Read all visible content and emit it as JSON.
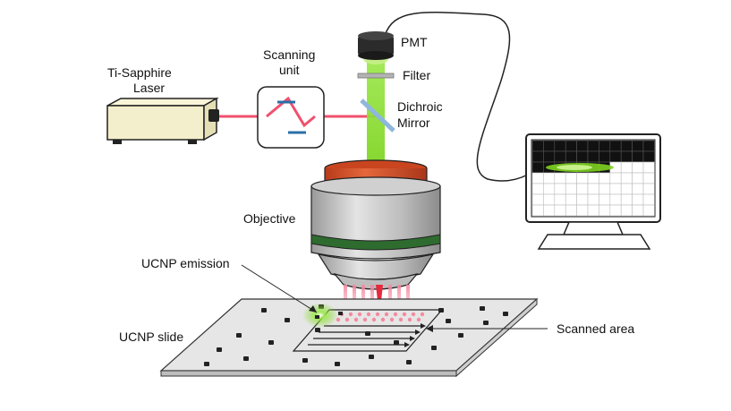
{
  "labels": {
    "laser_line1": "Ti-Sapphire",
    "laser_line2": "Laser",
    "scanning_line1": "Scanning",
    "scanning_line2": "unit",
    "pmt": "PMT",
    "filter": "Filter",
    "dichroic_line1": "Dichroic",
    "dichroic_line2": "Mirror",
    "objective": "Objective",
    "ucnp_emission": "UCNP emission",
    "ucnp_slide": "UCNP slide",
    "scanned_area": "Scanned area"
  },
  "colors": {
    "laser_beam": "#f0506e",
    "emission": "#7ed321",
    "pmt_body": "#2b2b2b",
    "objective_collar": "#d9502a",
    "objective_band": "#2e6b2e",
    "laser_box": "#f3eecb",
    "slide": "#e6e6e6",
    "monitor_frame": "#2b2b2b"
  },
  "icons": {
    "laser": "laser-box-icon",
    "scanner": "scanning-mirror-icon",
    "detector": "pmt-icon",
    "monitor": "computer-monitor-icon"
  }
}
